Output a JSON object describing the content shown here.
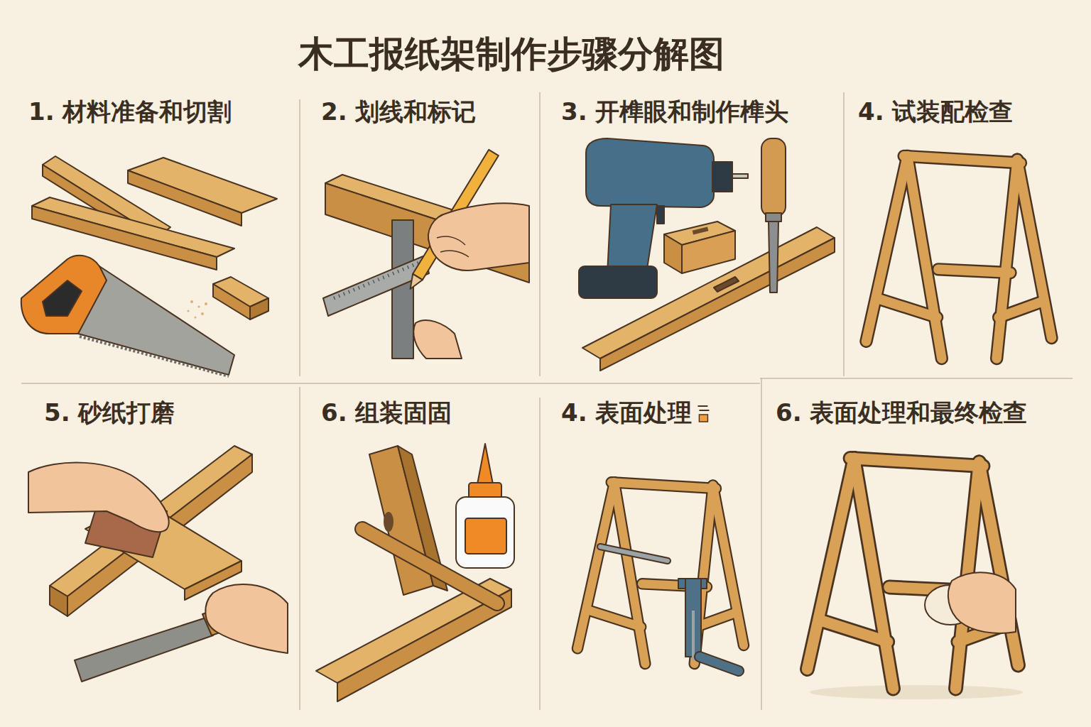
{
  "diagram": {
    "title": "木工报纸架制作步骤分解图",
    "labels": [
      "1. 材料准备和切割",
      "2. 划线和标记",
      "3. 开榫眼和制作榫头",
      "4. 试装配检查",
      "5. 砂纸打磨",
      "6. 组装固固",
      "4. 表面处理",
      "6. 表面处理和最终检查"
    ]
  }
}
